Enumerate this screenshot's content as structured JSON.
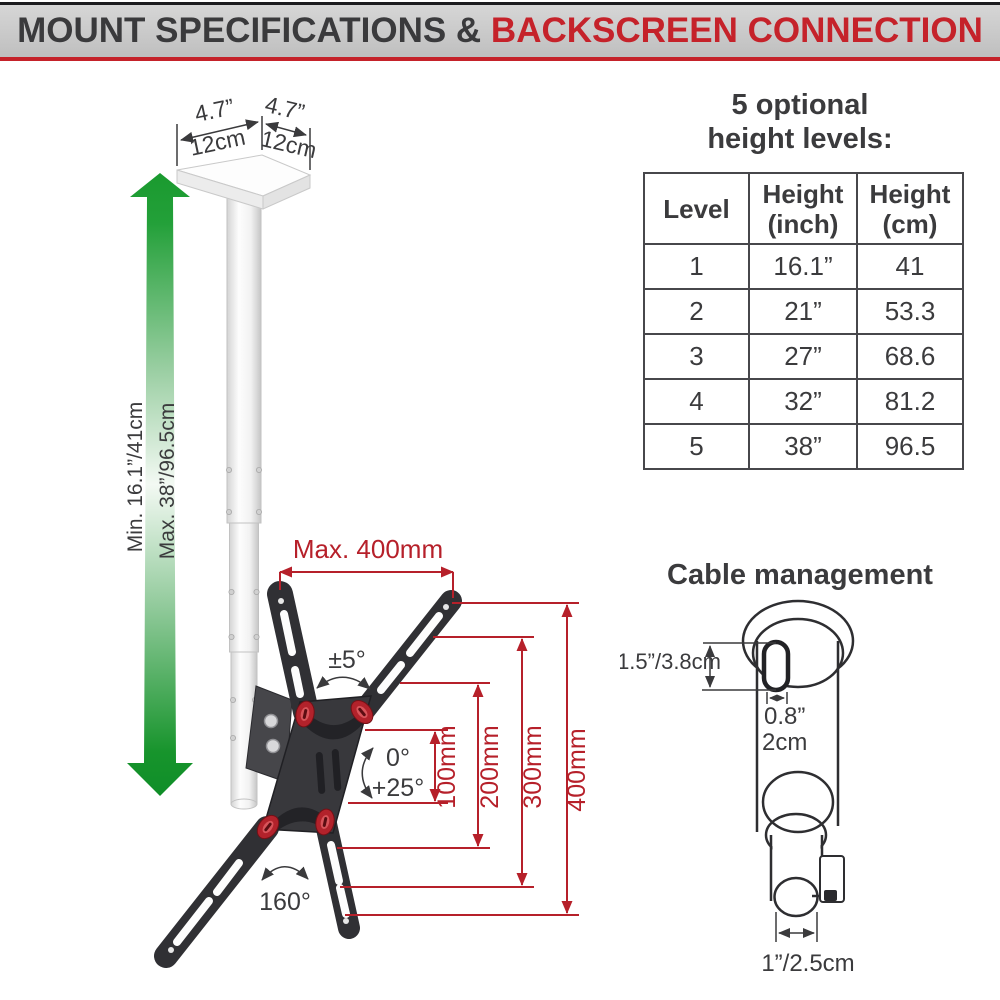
{
  "header": {
    "title_dark": "MOUNT SPECIFICATIONS & ",
    "title_red": "BACKSCREEN CONNECTION"
  },
  "colors": {
    "header_bg": "#c7c7c7",
    "accent_red": "#c5222a",
    "dimension_red": "#b6202a",
    "text_dark": "#3b3b3d",
    "arrow_green": "#1f9632",
    "knob_red": "#b2222b"
  },
  "mount_diagram": {
    "plate_left_inch": "4.7”",
    "plate_left_cm": "12cm",
    "plate_right_inch": "4.7”",
    "plate_right_cm": "12cm",
    "height_min": "Min. 16.1”/41cm",
    "height_max": "Max. 38”/96.5cm",
    "max_width": "Max. 400mm",
    "swivel_angle": "±5°",
    "tilt_from": "0°",
    "tilt_to": "+25°",
    "rotation_angle": "160°",
    "vesa": [
      "100mm",
      "200mm",
      "300mm",
      "400mm"
    ]
  },
  "height_table": {
    "title_line1": "5 optional",
    "title_line2": "height levels:",
    "columns": [
      {
        "line1": "Level",
        "line2": ""
      },
      {
        "line1": "Height",
        "line2": "(inch)"
      },
      {
        "line1": "Height",
        "line2": "(cm)"
      }
    ],
    "rows": [
      [
        "1",
        "16.1”",
        "41"
      ],
      [
        "2",
        "21”",
        "53.3"
      ],
      [
        "3",
        "27”",
        "68.6"
      ],
      [
        "4",
        "32”",
        "81.2"
      ],
      [
        "5",
        "38”",
        "96.5"
      ]
    ]
  },
  "cable_management": {
    "title": "Cable management",
    "slot_height": "1.5”/3.8cm",
    "slot_width_inch": "0.8”",
    "slot_width_cm": "2cm",
    "tube_diameter": "1”/2.5cm"
  }
}
